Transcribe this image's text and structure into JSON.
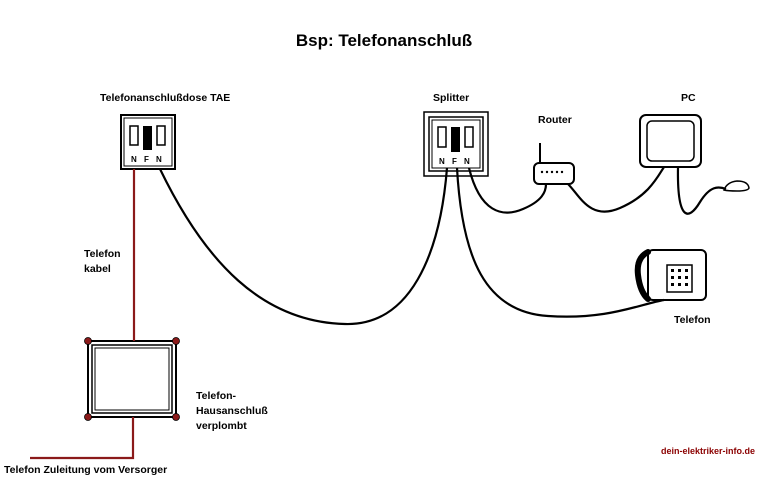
{
  "title": "Bsp: Telefonanschluß",
  "labels": {
    "tae": "Telefonanschlußdose TAE",
    "splitter": "Splitter",
    "router": "Router",
    "pc": "PC",
    "telefon_kabel_line1": "Telefon",
    "telefon_kabel_line2": "kabel",
    "hausanschluss_line1": "Telefon-",
    "hausanschluss_line2": "Hausanschluß",
    "hausanschluss_line3": "verplombt",
    "telefon": "Telefon",
    "zuleitung": "Telefon Zuleitung vom Versorger",
    "website": "dein-elektriker-info.de"
  },
  "pins": {
    "n1": "N",
    "f": "F",
    "n2": "N"
  },
  "colors": {
    "cable_red": "#8b1a1a",
    "website_red": "#8b0000",
    "line": "#000000"
  }
}
